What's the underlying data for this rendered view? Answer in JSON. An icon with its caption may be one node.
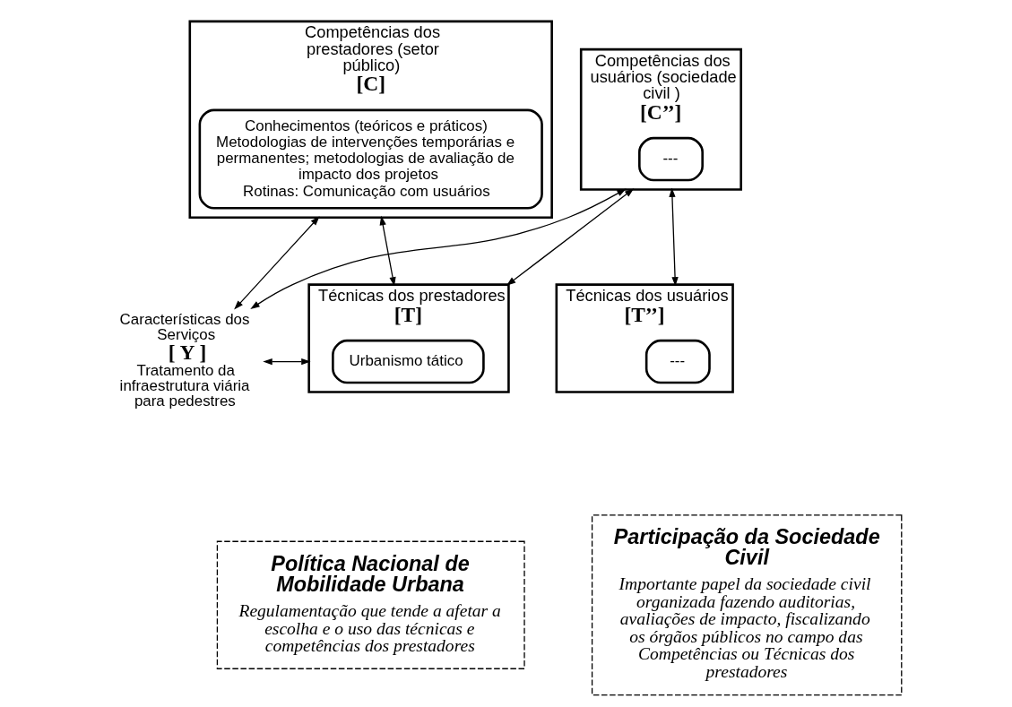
{
  "diagram": {
    "nodes": [
      {
        "text": [
          "Competências dos usuários (sociedade civil )",
          "[C’’]"
        ]
      },
      {
        "text": [
          "---"
        ],
        "in": 0
      },
      {
        "text": [
          "Competências dos prestadores (setor público)",
          "[C]"
        ]
      },
      {
        "text": [
          "Conhecimentos (teóricos e práticos)",
          "Metodologias de intervenções temporárias e permanentes; metodologias de avaliação de impacto dos projetos",
          "Rotinas: Comunicação com usuários"
        ],
        "in": 2
      },
      {
        "text": [
          "Características dos Serviços",
          "[ Y ]",
          "Tratamento da infraestrutura viária para pedestres"
        ]
      },
      {
        "text": [
          "Técnicas dos usuários",
          "[T’’]"
        ]
      },
      {
        "text": [
          "---"
        ],
        "in": 5
      },
      {
        "text": [
          "Técnicas dos prestadores",
          "[T]"
        ]
      },
      {
        "text": [
          "Urbanismo tático"
        ],
        "in": 7
      },
      {
        "text": [
          "Participação da Sociedade Civil",
          "Importante papel da sociedade civil organizada fazendo auditorias, avaliações de impacto, fiscalizando os órgãos públicos no campo das Competências ou Técnicas dos prestadores"
        ]
      },
      {
        "text": [
          "Política Nacional de Mobilidade Urbana",
          "Regulamentação que tende a afetar a escolha e o uso das técnicas e competências dos prestadores"
        ]
      }
    ],
    "edges": [
      {
        "from": 0,
        "to": 5,
        "arrow": "both"
      },
      {
        "from": 0,
        "to": 4,
        "arrow": "both"
      },
      {
        "from": 0,
        "to": 7,
        "arrow": "both"
      },
      {
        "from": 2,
        "to": 7,
        "arrow": "both"
      },
      {
        "from": 2,
        "to": 4,
        "arrow": "both"
      },
      {
        "from": 7,
        "to": 4,
        "arrow": "both"
      }
    ]
  }
}
